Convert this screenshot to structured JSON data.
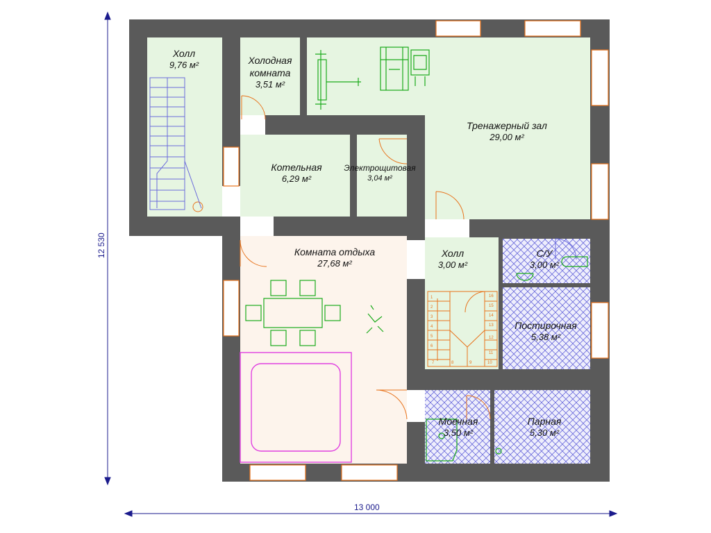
{
  "dimensions": {
    "width": "13 000",
    "height": "12 530"
  },
  "rooms": {
    "hall_left": {
      "name": "Холл",
      "area": "9,76 м²"
    },
    "cold_room": {
      "name_line1": "Холодная",
      "name_line2": "комната",
      "area": "3,51 м²"
    },
    "gym": {
      "name": "Тренажерный зал",
      "area": "29,00 м²"
    },
    "boiler": {
      "name": "Котельная",
      "area": "6,29 м²"
    },
    "electrical": {
      "name": "Электрощитовая",
      "area": "3,04 м²"
    },
    "lounge": {
      "name": "Комната отдыха",
      "area": "27,68 м²"
    },
    "hall_small": {
      "name": "Холл",
      "area": "3,00 м²"
    },
    "wc": {
      "name": "С/У",
      "area": "3,00 м²"
    },
    "laundry": {
      "name": "Постирочная",
      "area": "5,38 м²"
    },
    "washroom": {
      "name": "Моечная",
      "area": "3,50 м²"
    },
    "steam": {
      "name": "Парная",
      "area": "5,30 м²"
    }
  },
  "stair_numbers": [
    "1",
    "2",
    "3",
    "4",
    "5",
    "6",
    "7",
    "8",
    "9",
    "10",
    "11",
    "12",
    "13",
    "14",
    "15",
    "16"
  ],
  "colors": {
    "wall": "#5a5a5a",
    "green_room": "#e6f5e1",
    "lounge_room": "#fdf4ec",
    "blue_tile": "#6a6adb",
    "stairs": "#e8731c",
    "window": "#e8731c",
    "furniture": "#1aaa1a",
    "pool": "#e040e0",
    "dimension": "#1a1a8c"
  }
}
